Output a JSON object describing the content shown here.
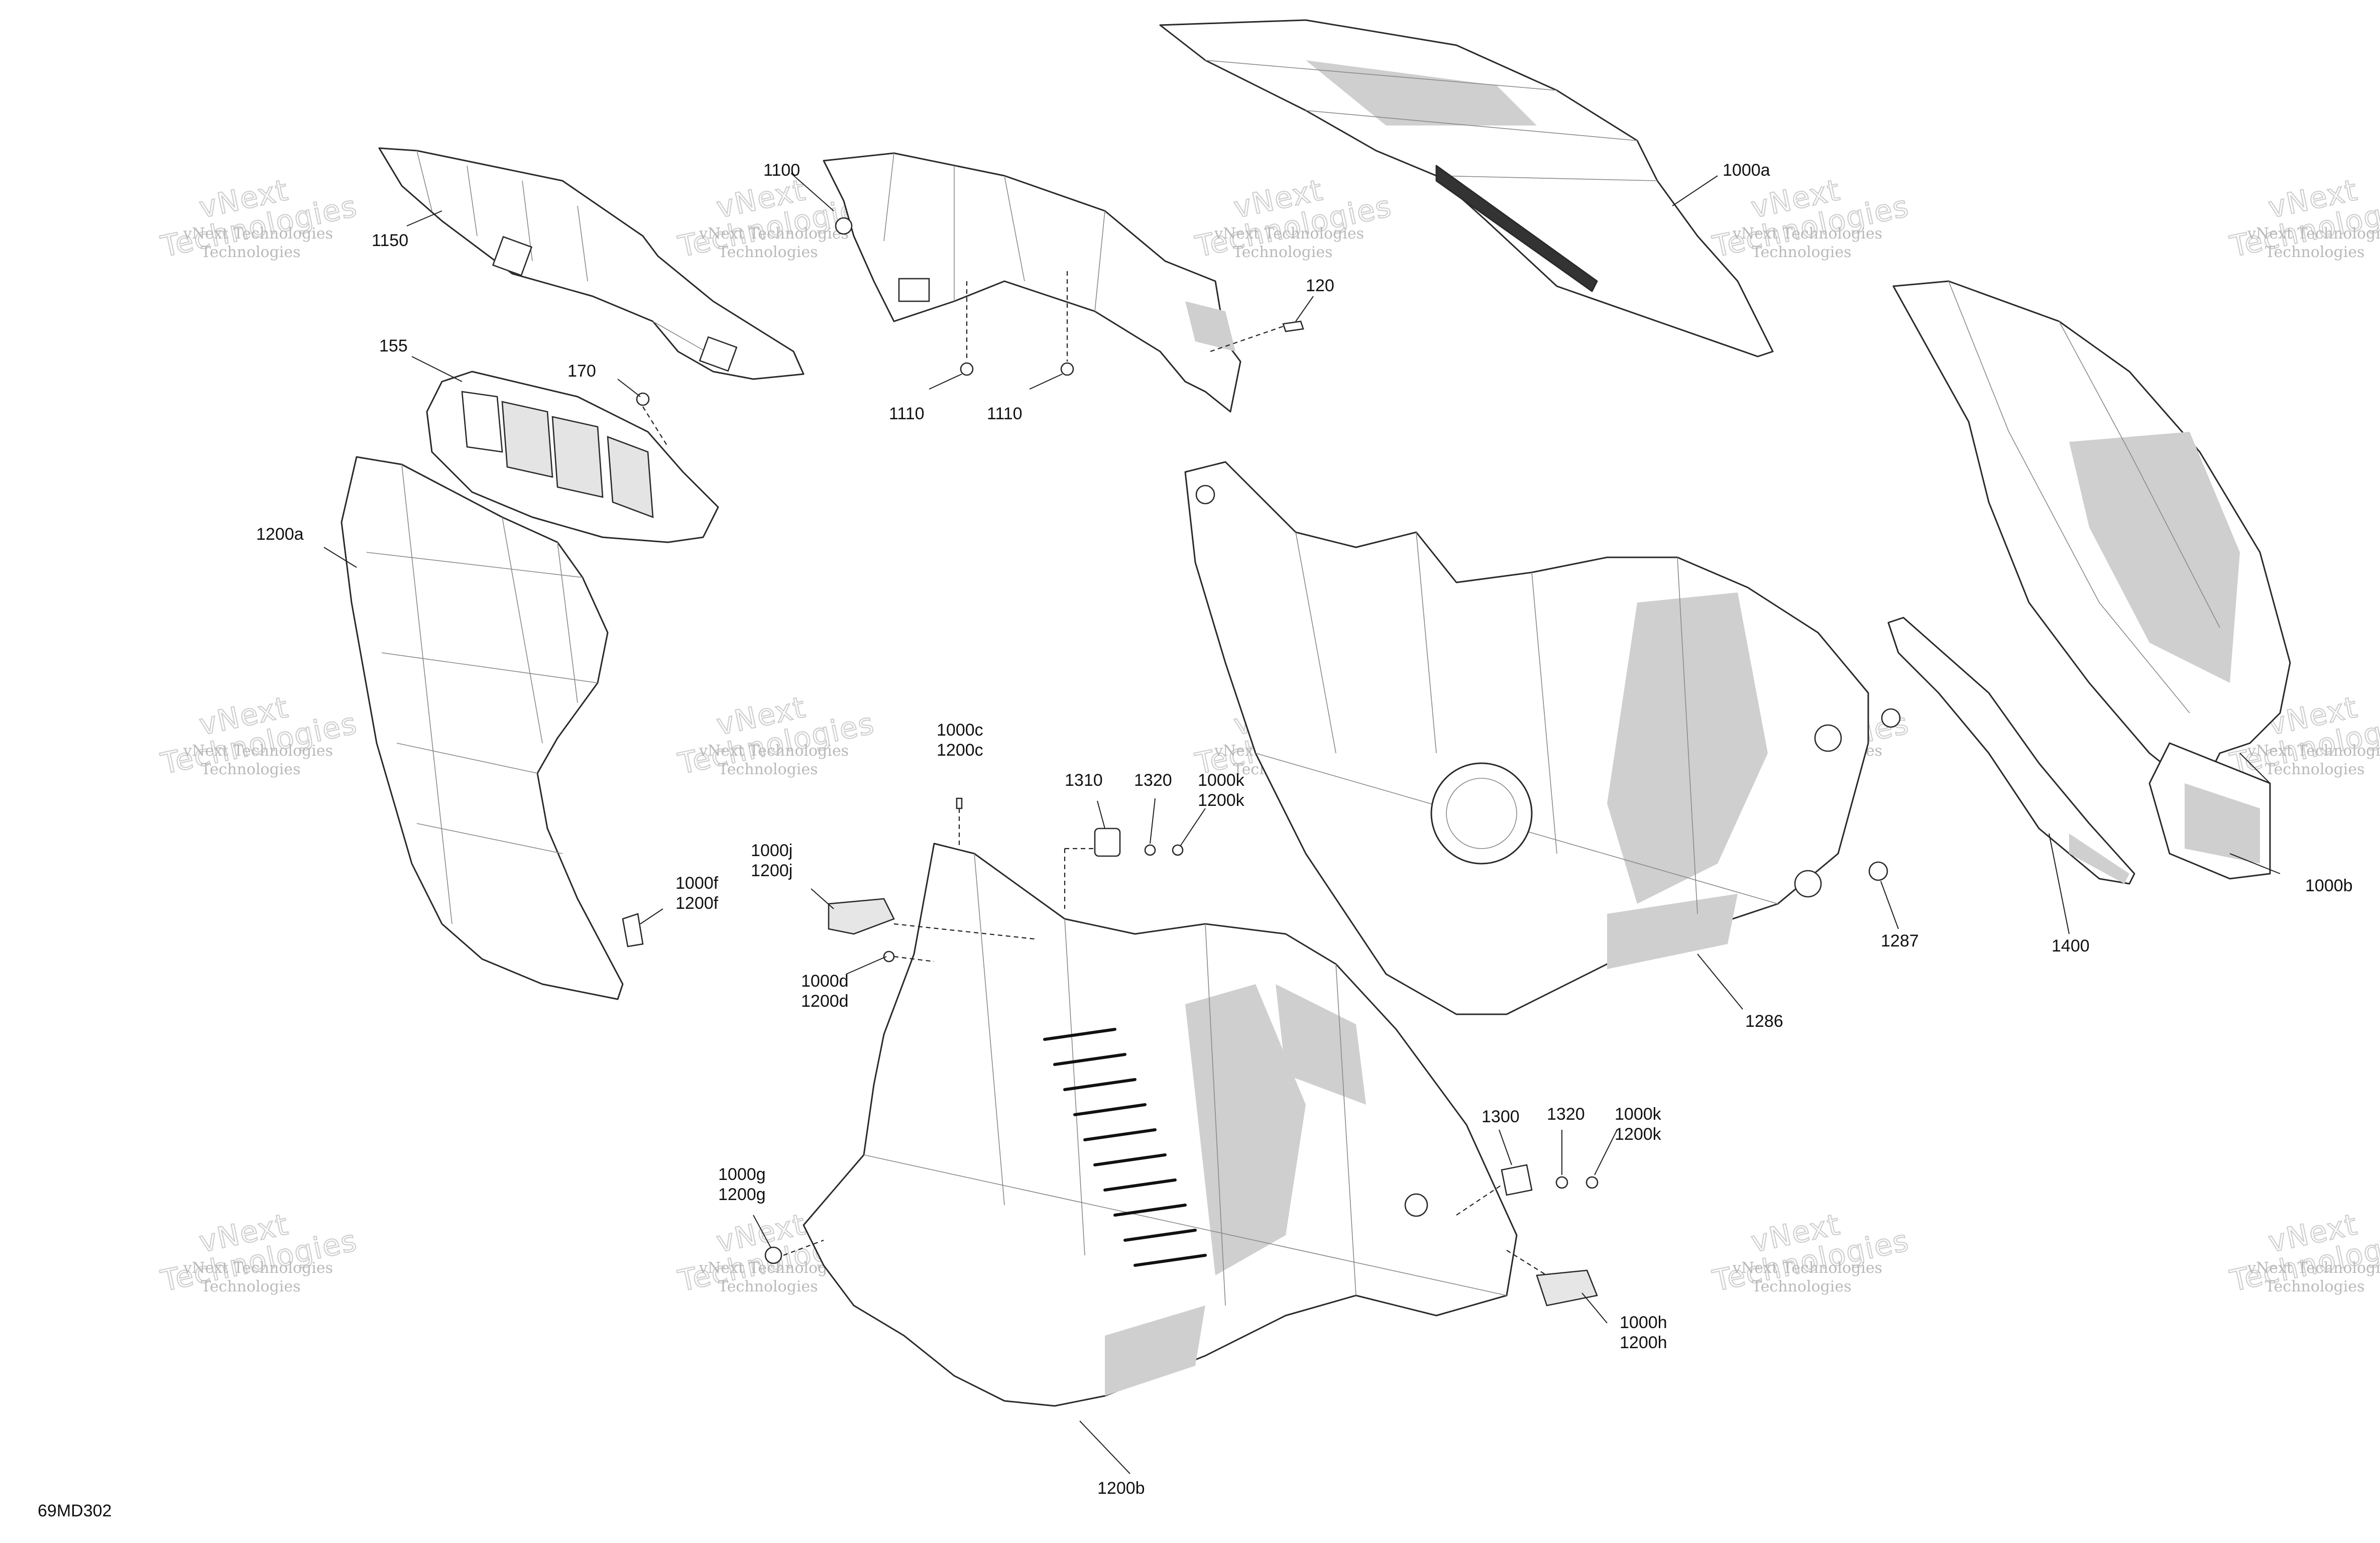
{
  "watermark": {
    "line1": "vNext Technologies",
    "line2": "vNext",
    "line3": "Technologies"
  },
  "diagram_code": "69MD302",
  "parts": {
    "p1150": "1150",
    "p1100": "1100",
    "p1110a": "1110",
    "p1110b": "1110",
    "p120": "120",
    "p1000a": "1000a",
    "p155": "155",
    "p170": "170",
    "p1200a": "1200a",
    "p1000c": "1000c",
    "p1200c": "1200c",
    "p1310": "1310",
    "p1320a": "1320",
    "p1000k_a": "1000k",
    "p1200k_a": "1200k",
    "p1000j": "1000j",
    "p1200j": "1200j",
    "p1000f": "1000f",
    "p1200f": "1200f",
    "p1000d": "1000d",
    "p1200d": "1200d",
    "p1287": "1287",
    "p1400": "1400",
    "p1000b": "1000b",
    "p1286": "1286",
    "p1300": "1300",
    "p1320b": "1320",
    "p1000k_b": "1000k",
    "p1200k_b": "1200k",
    "p1000g": "1000g",
    "p1200g": "1200g",
    "p1000h": "1000h",
    "p1200h": "1200h",
    "p1200b": "1200b"
  }
}
